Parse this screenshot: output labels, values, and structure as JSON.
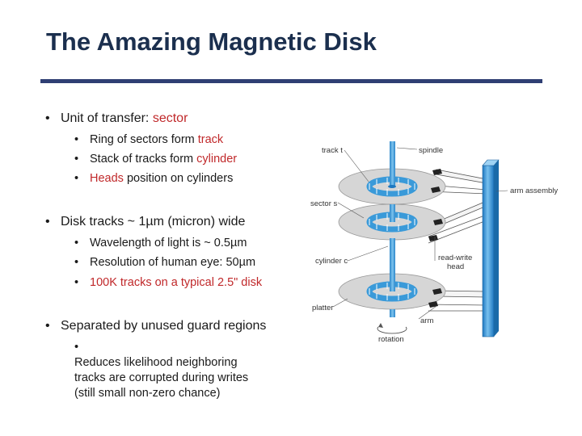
{
  "slide": {
    "title": "The Amazing Magnetic Disk",
    "bullet1": {
      "prefix": "Unit of transfer: ",
      "highlight": "sector"
    },
    "sub1": [
      {
        "text": "Ring of sectors form ",
        "highlight": "track",
        "tail": ""
      },
      {
        "text": "Stack of tracks form ",
        "highlight": "cylinder",
        "tail": ""
      },
      {
        "text": "",
        "highlight": "Heads",
        "tail": " position on cylinders"
      }
    ],
    "bullet2": "Disk tracks ~ 1µm (micron) wide",
    "sub2": [
      {
        "text": "Wavelength of light is ~ 0.5µm",
        "highlight": ""
      },
      {
        "text": "Resolution of human eye: 50µm",
        "highlight": ""
      },
      {
        "text": "",
        "highlight": "100K tracks on a typical 2.5\" disk"
      }
    ],
    "bullet3": "Separated by unused guard regions",
    "sub3": "Reduces likelihood neighboring tracks are corrupted during writes (still small non-zero chance)"
  },
  "diagram": {
    "labels": {
      "track": "track t",
      "spindle": "spindle",
      "arm_assembly": "arm assembly",
      "sector": "sector s",
      "cylinder": "cylinder c",
      "read_write_head_line1": "read-write",
      "read_write_head_line2": "head",
      "platter": "platter",
      "arm": "arm",
      "rotation": "rotation"
    }
  },
  "colors": {
    "title": "#1b2f4e",
    "rule": "#2f3f73",
    "highlight": "#c0282a",
    "spindle": "#3a9ad9",
    "platter": "#d6d6d6"
  }
}
